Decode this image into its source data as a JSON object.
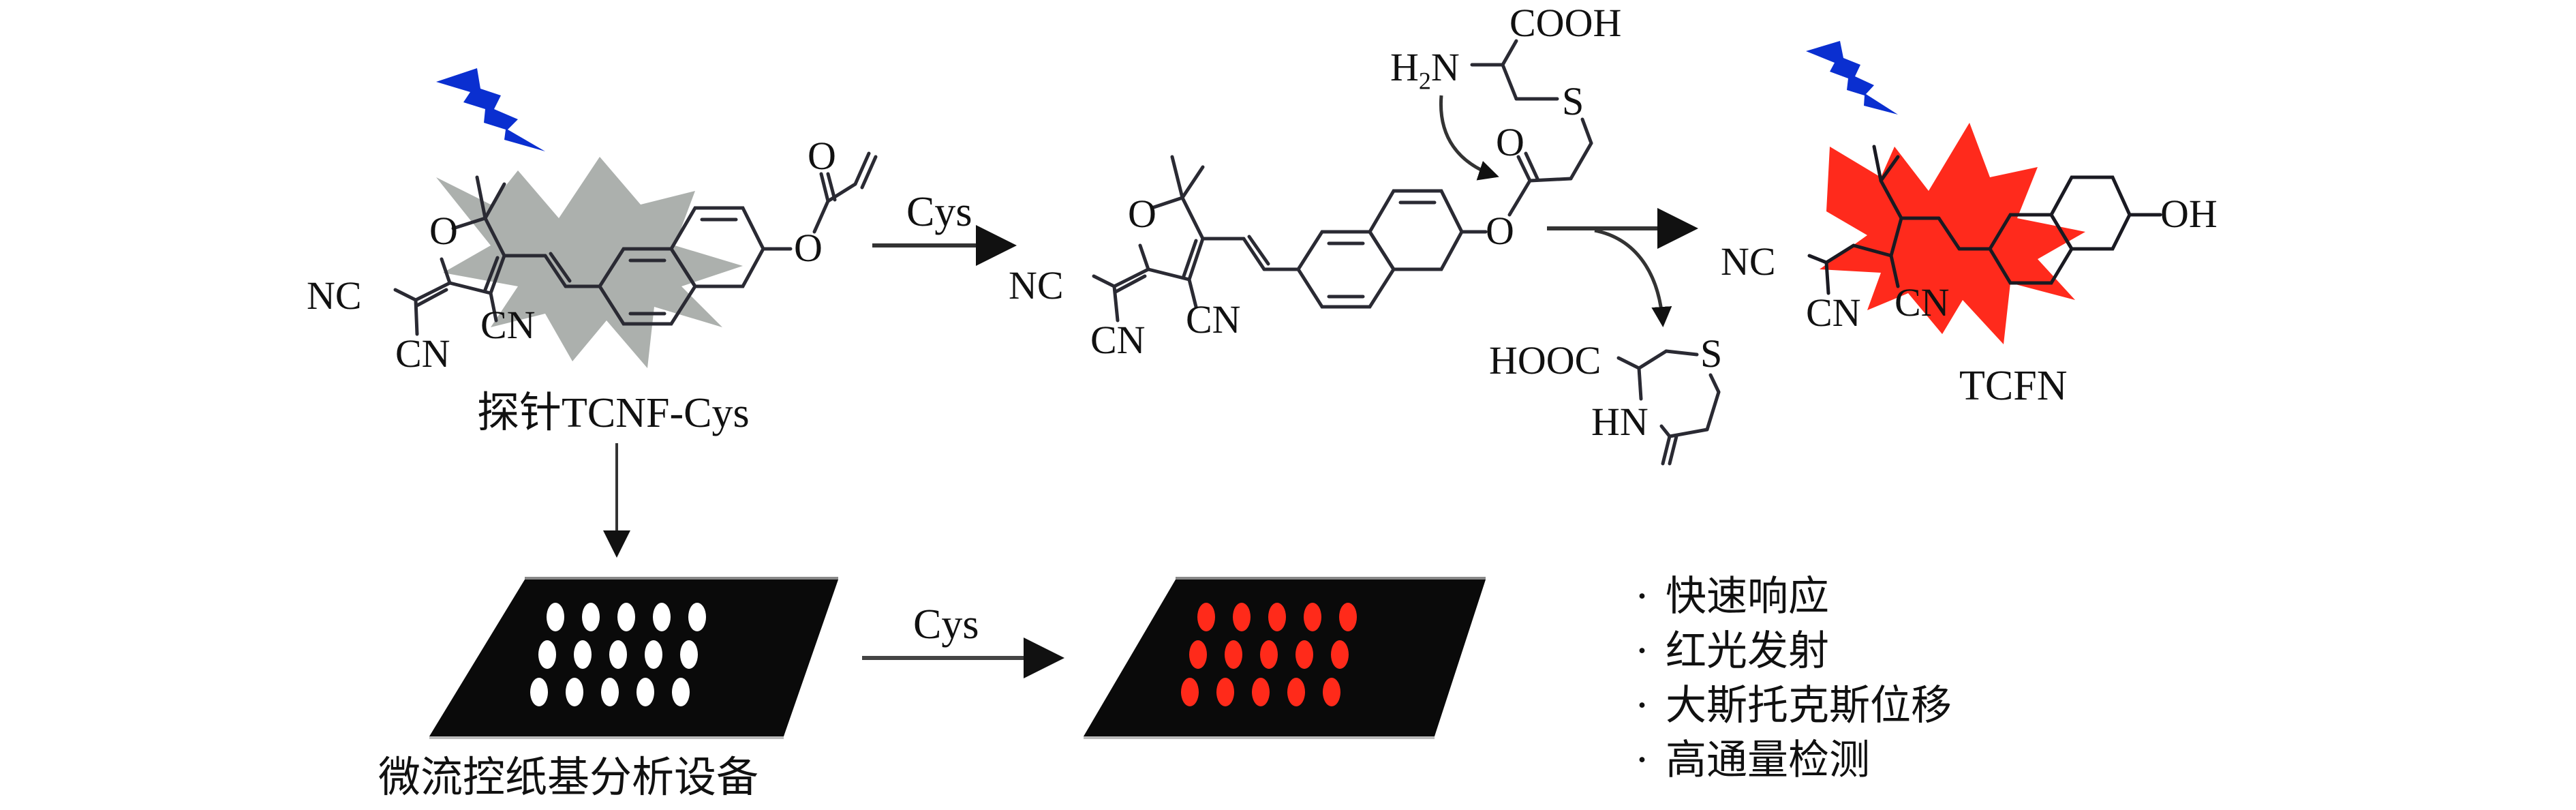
{
  "figure": {
    "probe": {
      "label": "探针TCNF-Cys",
      "atoms": {
        "O_ring": "O",
        "NC": "NC",
        "CN1": "CN",
        "CN2": "CN",
        "O_ester": "O",
        "O_carbonyl": "O"
      }
    },
    "step1": {
      "reagent": "Cys"
    },
    "intermediate": {
      "atoms": {
        "O_ring": "O",
        "NC": "NC",
        "CN1": "CN",
        "CN2": "CN",
        "O_ester": "O",
        "O_carbonyl": "O",
        "S": "S"
      }
    },
    "cysteine": {
      "cooh": "COOH",
      "h2n_H": "H",
      "h2n_sub": "2",
      "h2n_N": "N",
      "s": "S"
    },
    "byproduct": {
      "hooc": "HOOC",
      "s": "S",
      "hn": "HN"
    },
    "product": {
      "label": "TCFN",
      "atoms": {
        "NC": "NC",
        "CN1": "CN",
        "CN2": "CN",
        "OH": "OH"
      }
    },
    "devices": {
      "label": "微流控纸基分析设备",
      "reagent": "Cys",
      "rows": 3,
      "cols": 5,
      "before_spot_color": "#ffffff",
      "after_spot_color": "#ff2a1a",
      "plate_color": "#0a0a0a"
    },
    "features": [
      {
        "bullet": "·",
        "text": "快速响应"
      },
      {
        "bullet": "·",
        "text": "红光发射"
      },
      {
        "bullet": "·",
        "text": "大斯托克斯位移"
      },
      {
        "bullet": "·",
        "text": "高通量检测"
      }
    ],
    "colors": {
      "light_bolt": "#0a2fd0",
      "probe_burst": "#a8aca9",
      "product_burst": "#ff1f10",
      "bond": "#2a2a33"
    }
  }
}
